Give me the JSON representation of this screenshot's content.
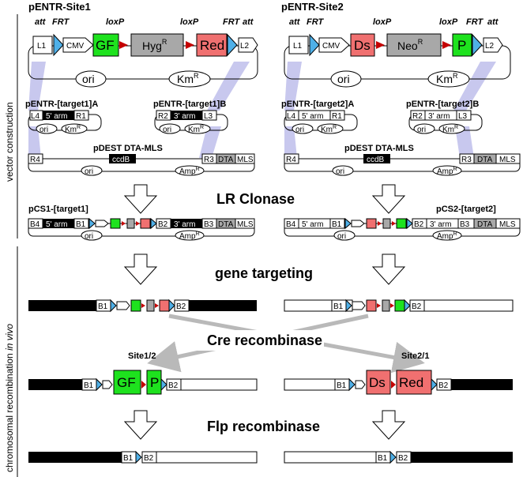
{
  "colors": {
    "green": "#1ee21e",
    "red": "#f07070",
    "grey": "#a8a8a8",
    "blue": "#4fb0e8",
    "shade": "#c8c8ee",
    "arrowhead": "#c40000",
    "black": "#000000"
  },
  "side_labels": {
    "construction": "vector construction",
    "recombination": "chromosomal recombination",
    "in_vivo": "in vivo"
  },
  "site1": {
    "title": "pENTR-Site1",
    "labels": {
      "att": "att",
      "frt": "FRT",
      "loxp1": "loxP",
      "loxp2": "loxP",
      "frt2": "FRT",
      "att2": "att"
    },
    "l1": "L1",
    "cmv": "CMV",
    "gf": "GF",
    "hyg": "Hyg",
    "hyg_sup": "R",
    "red": "Red",
    "l2": "L2",
    "ori": "ori",
    "km": "Km",
    "km_sup": "R",
    "entr_a": "pENTR-[target1]A",
    "entr_b": "pENTR-[target1]B",
    "a_parts": [
      "L4",
      "5' arm",
      "R1"
    ],
    "b_parts": [
      "R2",
      "3' arm",
      "L3"
    ],
    "dest": "pDEST DTA-MLS",
    "r4": "R4",
    "ccdb": "ccdB",
    "r3": "R3",
    "dta": "DTA",
    "mls": "MLS",
    "amp": "Amp",
    "pcs": "pCS1-[target1]"
  },
  "site2": {
    "title": "pENTR-Site2",
    "labels": {
      "att": "att",
      "frt": "FRT",
      "loxp1": "loxP",
      "loxp2": "loxP",
      "frt2": "FRT",
      "att2": "att"
    },
    "l1": "L1",
    "cmv": "CMV",
    "ds": "Ds",
    "neo": "Neo",
    "neo_sup": "R",
    "p": "P",
    "l2": "L2",
    "ori": "ori",
    "km": "Km",
    "km_sup": "R",
    "entr_a": "pENTR-[target2]A",
    "entr_b": "pENTR-[target2]B",
    "a_parts": [
      "L4",
      "5' arm",
      "R1"
    ],
    "b_parts": [
      "R2",
      "3' arm",
      "L3"
    ],
    "dest": "pDEST DTA-MLS",
    "r4": "R4",
    "ccdb": "ccdB",
    "r3": "R3",
    "dta": "DTA",
    "mls": "MLS",
    "amp": "Amp",
    "pcs": "pCS2-[target2]"
  },
  "pcs_parts": {
    "b4": "B4",
    "arm5": "5' arm",
    "b1": "B1",
    "b2": "B2",
    "arm3": "3' arm",
    "b3": "B3"
  },
  "steps": {
    "lr": "LR Clonase",
    "gt": "gene targeting",
    "cre": "Cre recombinase",
    "flp": "Flp recombinase"
  },
  "results": {
    "site12": "Site1/2",
    "site21": "Site2/1",
    "gf": "GF",
    "p": "P",
    "ds": "Ds",
    "red": "Red",
    "b1": "B1",
    "b2": "B2"
  }
}
